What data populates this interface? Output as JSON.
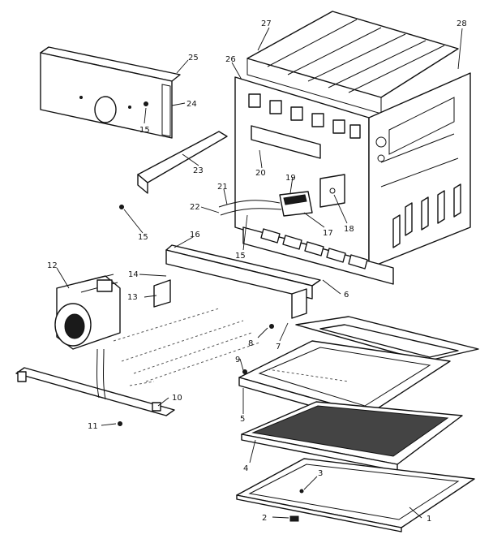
{
  "callouts": [
    {
      "id": "c1",
      "text": "1"
    },
    {
      "id": "c2",
      "text": "2"
    },
    {
      "id": "c3",
      "text": "3"
    },
    {
      "id": "c4",
      "text": "4"
    },
    {
      "id": "c5",
      "text": "5"
    },
    {
      "id": "c6",
      "text": "6"
    },
    {
      "id": "c7",
      "text": "7"
    },
    {
      "id": "c8",
      "text": "8"
    },
    {
      "id": "c9",
      "text": "9"
    },
    {
      "id": "c10",
      "text": "10"
    },
    {
      "id": "c11",
      "text": "11"
    },
    {
      "id": "c12",
      "text": "12"
    },
    {
      "id": "c13",
      "text": "13"
    },
    {
      "id": "c14",
      "text": "14"
    },
    {
      "id": "c15a",
      "text": "15"
    },
    {
      "id": "c15b",
      "text": "15"
    },
    {
      "id": "c15c",
      "text": "15"
    },
    {
      "id": "c16",
      "text": "16"
    },
    {
      "id": "c17",
      "text": "17"
    },
    {
      "id": "c18",
      "text": "18"
    },
    {
      "id": "c19",
      "text": "19"
    },
    {
      "id": "c20",
      "text": "20"
    },
    {
      "id": "c21",
      "text": "21"
    },
    {
      "id": "c22",
      "text": "22"
    },
    {
      "id": "c23",
      "text": "23"
    },
    {
      "id": "c24",
      "text": "24"
    },
    {
      "id": "c25",
      "text": "25"
    },
    {
      "id": "c26",
      "text": "26"
    },
    {
      "id": "c27",
      "text": "27"
    },
    {
      "id": "c28",
      "text": "28"
    }
  ]
}
